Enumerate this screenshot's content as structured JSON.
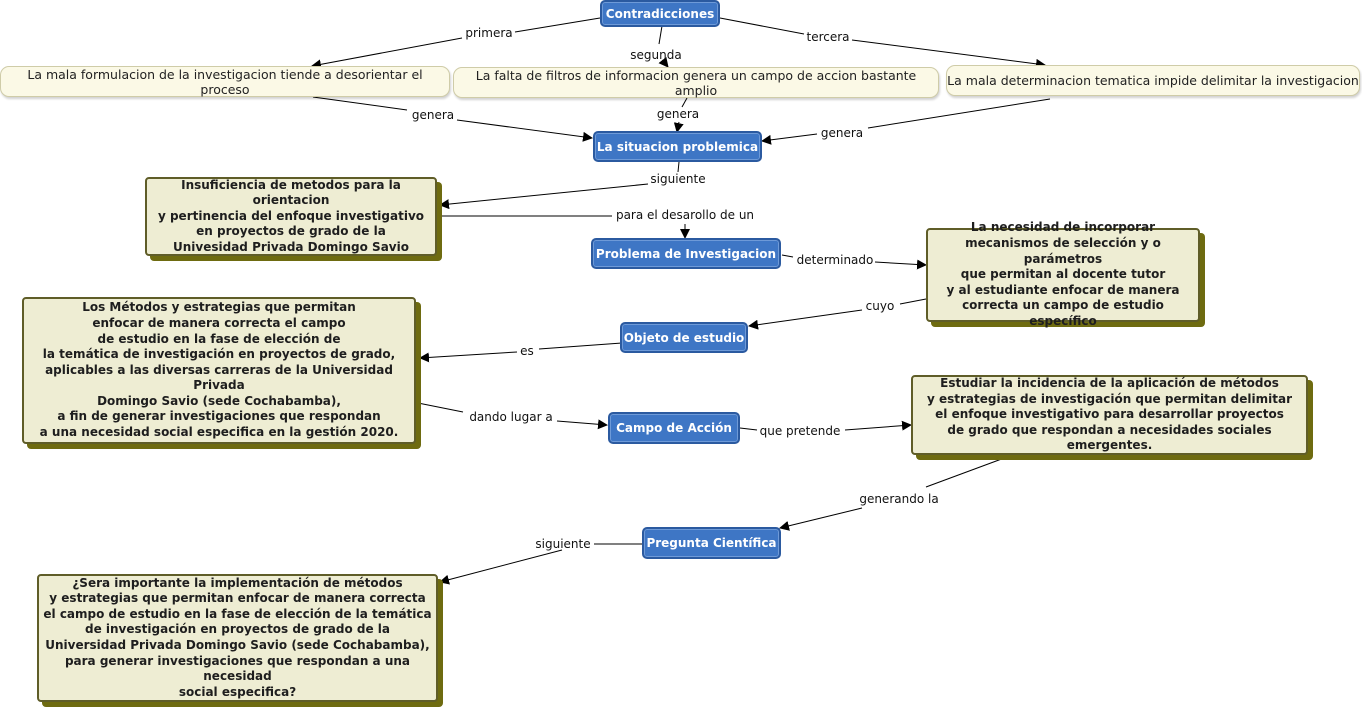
{
  "nodes": {
    "contradicciones": "Contradicciones",
    "mala_formulacion": "La mala formulacion de la investigacion tiende a desorientar el proceso",
    "falta_filtros": "La falta de filtros de informacion genera un campo de accion bastante amplio",
    "mala_determinacion": "La mala determinacion tematica impide delimitar la investigacion",
    "situacion_problemica": "La situacion problemica",
    "insuficiencia": "Insuficiencia de metodos para la orientacion\ny pertinencia del enfoque investigativo\nen proyectos de grado de la\nUnivesidad Privada Domingo Savio",
    "problema_investigacion": "Problema de Investigacion",
    "necesidad": "La necesidad de incorporar\nmecanismos de selección y o parámetros\nque permitan al docente tutor\ny al estudiante enfocar de manera\ncorrecta un campo de estudio específico",
    "objeto_estudio": "Objeto de estudio",
    "metodos_estrategias": "Los Métodos y estrategias que permitan\nenfocar de manera correcta el campo\nde estudio en la fase de elección de\nla temática de investigación en proyectos de grado,\naplicables a las diversas carreras de la  Universidad Privada\nDomingo Savio (sede Cochabamba),\na fin de generar investigaciones que respondan\na una necesidad social especifica en la gestión 2020.",
    "campo_accion": "Campo de Acción",
    "estudiar": "Estudiar la incidencia de la aplicación de métodos\ny estrategias de investigación que permitan delimitar\nel enfoque investigativo para desarrollar proyectos\nde grado que respondan a necesidades sociales emergentes.",
    "pregunta_cientifica": "Pregunta Científica",
    "sera_importante": "¿Sera importante la implementación de métodos\ny estrategias que permitan enfocar de manera correcta\nel campo de estudio en la fase de elección de la temática\nde investigación en proyectos de grado de la\nUniversidad Privada Domingo Savio (sede Cochabamba),\npara generar investigaciones que respondan a una necesidad\nsocial especifica?"
  },
  "links": {
    "primera": "primera",
    "segunda": "segunda",
    "tercera": "tercera",
    "genera_1": "genera",
    "genera_2": "genera",
    "genera_3": "genera",
    "siguiente_1": "siguiente",
    "para_el_desarollo": "para el desarollo de un",
    "determinado": "determinado",
    "cuyo": "cuyo",
    "es": "es",
    "dando_lugar_a": "dando lugar a",
    "que_pretende": "que pretende",
    "generando_la": "generando la",
    "siguiente_2": "siguiente"
  },
  "colors": {
    "concept_fill": "#3e76c5",
    "pale_fill": "#fbf9e6",
    "olive_fill": "#eeedd3",
    "olive_shadow": "#6e6b10",
    "line": "#000000"
  }
}
